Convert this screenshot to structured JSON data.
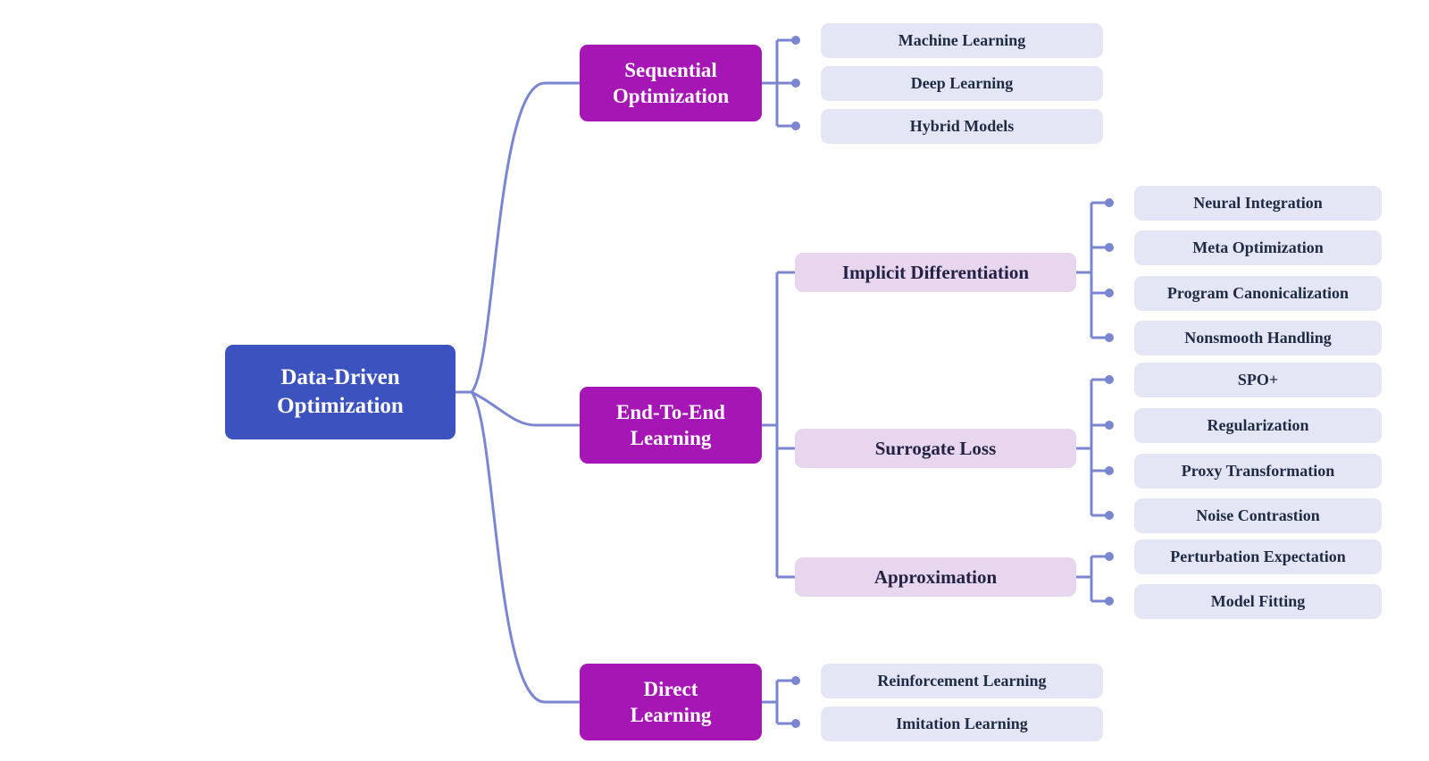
{
  "colors": {
    "root": "#3c53bf",
    "level1": "#a616b4",
    "level2": "#e8d5ee",
    "leaf": "#e4e6f5",
    "connector": "#7b86d1"
  },
  "root": {
    "label": "Data-Driven\nOptimization",
    "children": [
      {
        "label": "Sequential\nOptimization",
        "leaves": [
          "Machine Learning",
          "Deep Learning",
          "Hybrid Models"
        ]
      },
      {
        "label": "End-To-End\nLearning",
        "groups": [
          {
            "label": "Implicit Differentiation",
            "leaves": [
              "Neural Integration",
              "Meta Optimization",
              "Program Canonicalization",
              "Nonsmooth Handling"
            ]
          },
          {
            "label": "Surrogate Loss",
            "leaves": [
              "SPO+",
              "Regularization",
              "Proxy Transformation",
              "Noise Contrastion"
            ]
          },
          {
            "label": "Approximation",
            "leaves": [
              "Perturbation Expectation",
              "Model Fitting"
            ]
          }
        ]
      },
      {
        "label": "Direct\nLearning",
        "leaves": [
          "Reinforcement Learning",
          "Imitation Learning"
        ]
      }
    ]
  }
}
